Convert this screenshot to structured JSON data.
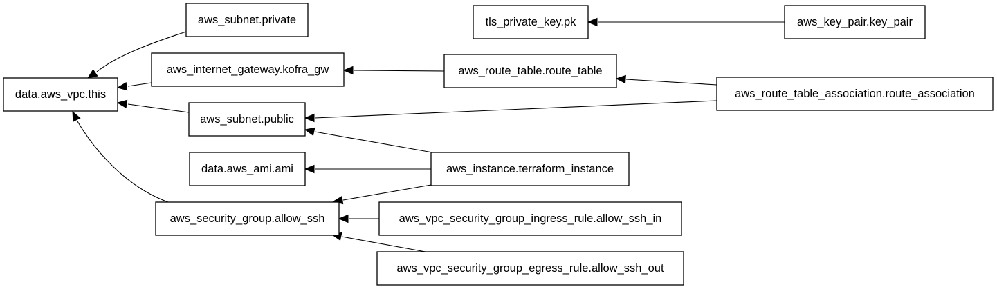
{
  "graph": {
    "nodes": [
      {
        "id": "vpc",
        "label": "data.aws_vpc.this"
      },
      {
        "id": "subnet_private",
        "label": "aws_subnet.private"
      },
      {
        "id": "igw",
        "label": "aws_internet_gateway.kofra_gw"
      },
      {
        "id": "subnet_public",
        "label": "aws_subnet.public"
      },
      {
        "id": "ami",
        "label": "data.aws_ami.ami"
      },
      {
        "id": "sg",
        "label": "aws_security_group.allow_ssh"
      },
      {
        "id": "tls",
        "label": "tls_private_key.pk"
      },
      {
        "id": "rt",
        "label": "aws_route_table.route_table"
      },
      {
        "id": "instance",
        "label": "aws_instance.terraform_instance"
      },
      {
        "id": "ingress",
        "label": "aws_vpc_security_group_ingress_rule.allow_ssh_in"
      },
      {
        "id": "egress",
        "label": "aws_vpc_security_group_egress_rule.allow_ssh_out"
      },
      {
        "id": "keypair",
        "label": "aws_key_pair.key_pair"
      },
      {
        "id": "rta",
        "label": "aws_route_table_association.route_association"
      }
    ],
    "edges": [
      {
        "from": "subnet_private",
        "to": "vpc"
      },
      {
        "from": "igw",
        "to": "vpc"
      },
      {
        "from": "subnet_public",
        "to": "vpc"
      },
      {
        "from": "sg",
        "to": "vpc"
      },
      {
        "from": "keypair",
        "to": "tls"
      },
      {
        "from": "rt",
        "to": "igw"
      },
      {
        "from": "rta",
        "to": "rt"
      },
      {
        "from": "rta",
        "to": "subnet_public"
      },
      {
        "from": "instance",
        "to": "subnet_public"
      },
      {
        "from": "instance",
        "to": "ami"
      },
      {
        "from": "instance",
        "to": "sg"
      },
      {
        "from": "ingress",
        "to": "sg"
      },
      {
        "from": "egress",
        "to": "sg"
      }
    ]
  }
}
